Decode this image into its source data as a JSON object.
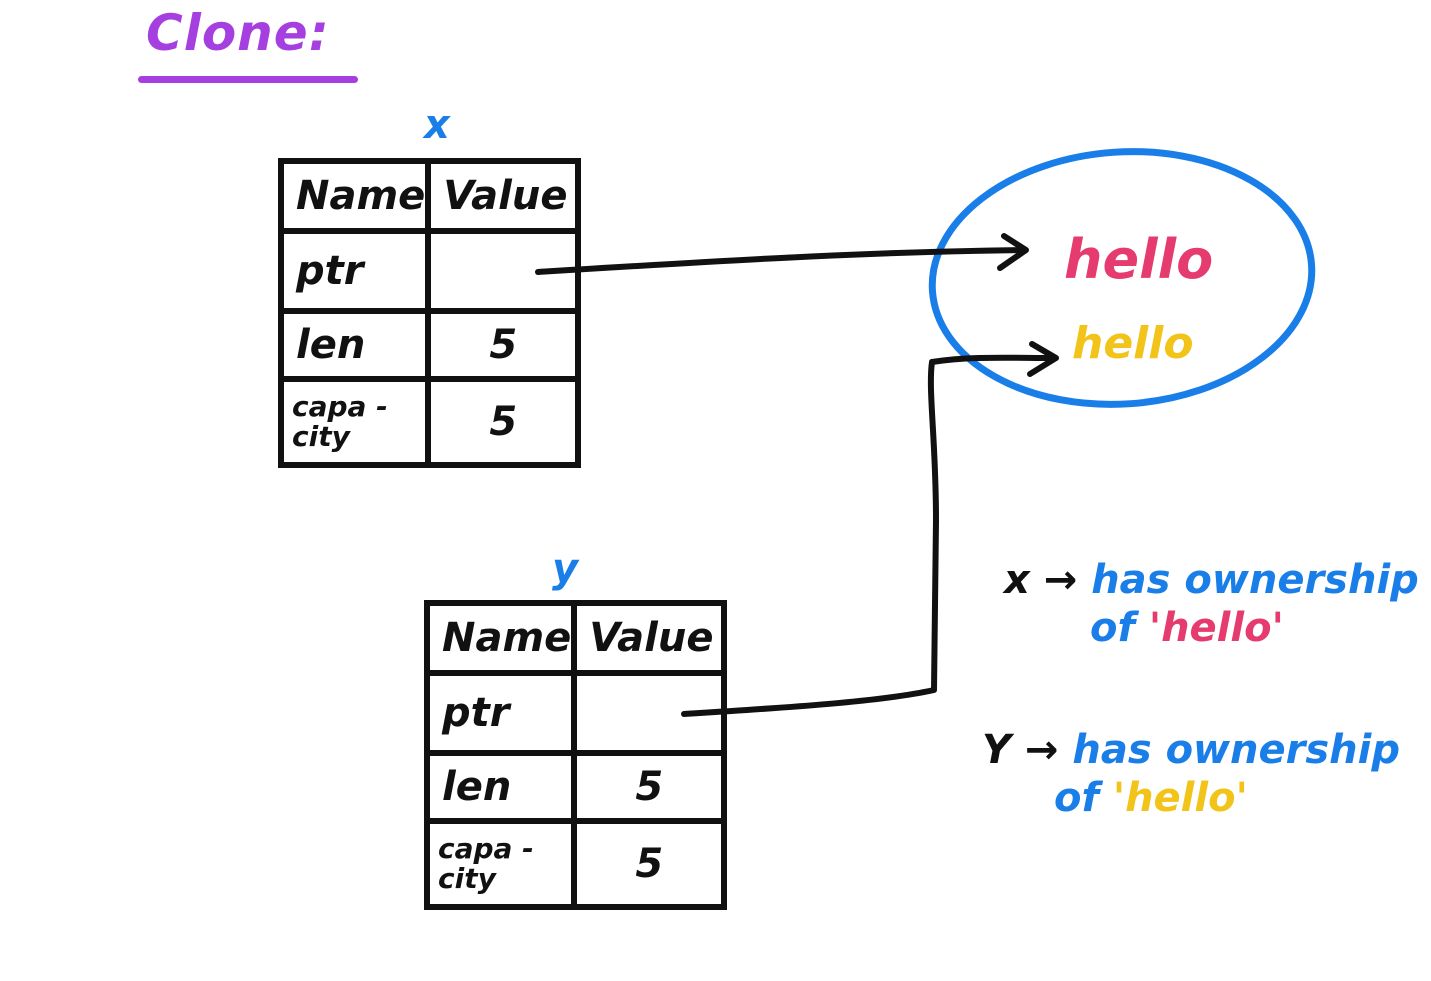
{
  "title": "Clone:",
  "colors": {
    "title": "#a63fe0",
    "label": "#1a7ee8",
    "ink": "#111111",
    "heap_first": "#e63b6f",
    "heap_second": "#f2c318"
  },
  "stack_x": {
    "label": "x",
    "header": {
      "name": "Name",
      "value": "Value"
    },
    "rows": [
      {
        "name": "ptr",
        "value": ""
      },
      {
        "name": "len",
        "value": "5"
      },
      {
        "name": "capa -city",
        "value": "5"
      }
    ]
  },
  "stack_y": {
    "label": "y",
    "header": {
      "name": "Name",
      "value": "Value"
    },
    "rows": [
      {
        "name": "ptr",
        "value": ""
      },
      {
        "name": "len",
        "value": "5"
      },
      {
        "name": "capa -city",
        "value": "5"
      }
    ]
  },
  "heap": {
    "first": "hello",
    "second": "hello"
  },
  "notes": [
    {
      "who": "x",
      "text": "has ownership",
      "of": "of",
      "quoted": "'hello'"
    },
    {
      "who": "Y",
      "text": "has ownership",
      "of": "of",
      "quoted": "'hello'"
    }
  ]
}
